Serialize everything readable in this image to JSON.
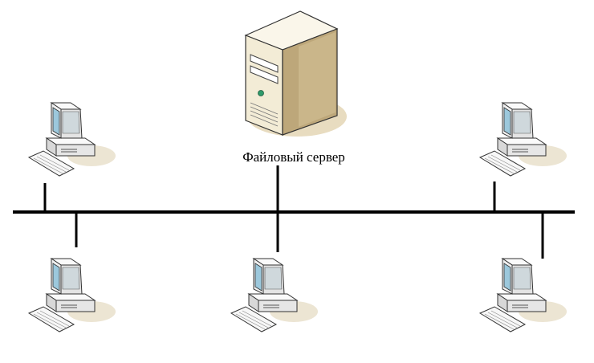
{
  "diagram": {
    "type": "bus-network-topology",
    "server": {
      "label": "Файловый сервер",
      "icon": "tower-server-icon"
    },
    "workstations": [
      {
        "id": "workstation-top-left",
        "icon": "desktop-computer-icon"
      },
      {
        "id": "workstation-top-right",
        "icon": "desktop-computer-icon"
      },
      {
        "id": "workstation-bottom-left",
        "icon": "desktop-computer-icon"
      },
      {
        "id": "workstation-bottom-center",
        "icon": "desktop-computer-icon"
      },
      {
        "id": "workstation-bottom-right",
        "icon": "desktop-computer-icon"
      }
    ],
    "colors": {
      "line": "#000000",
      "server_body": "#f3ecd6",
      "server_shade": "#bda77a",
      "monitor_screen": "#9cc8dc",
      "computer_body": "#f2f2f2",
      "shadow": "#e8dcc0"
    }
  }
}
